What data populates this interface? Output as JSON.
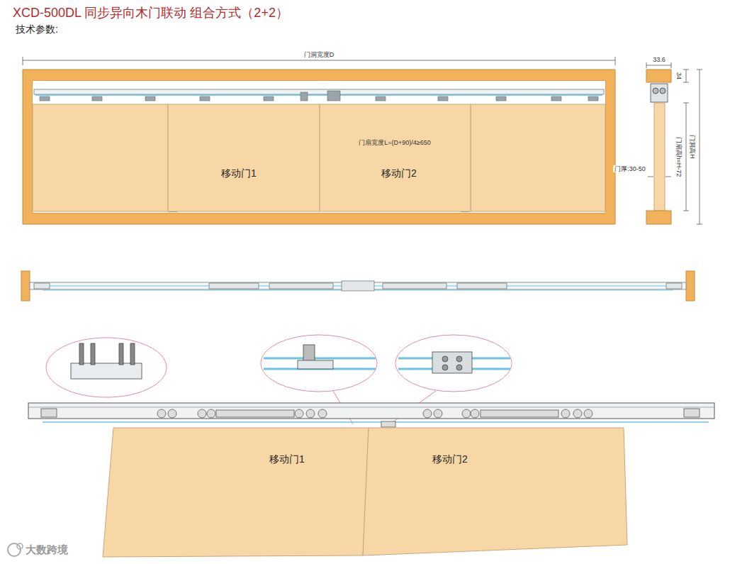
{
  "diagram": {
    "title": "XCD-500DL 同步异向木门联动 组合方式（2+2）",
    "nodes": [
      {
        "text": [
          "移动门1"
        ]
      },
      {
        "text": [
          "移动门2"
        ]
      },
      {
        "text": [
          "移动门1"
        ]
      },
      {
        "text": [
          "移动门2"
        ]
      }
    ],
    "labels": [
      "技术参数:",
      "门洞宽度D",
      "门扇宽度L=(D+90)/4≥650",
      "33.6",
      "34",
      "门扇高h=H-72",
      "门洞高H",
      "门厚:30-50",
      "大数跨境"
    ]
  }
}
